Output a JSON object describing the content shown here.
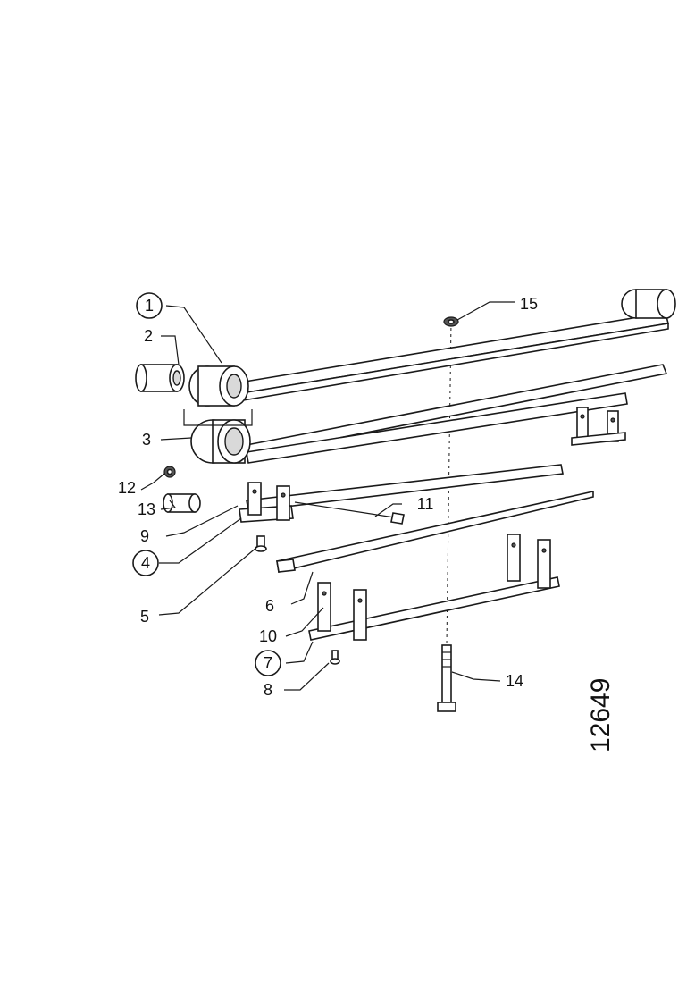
{
  "drawing_number": "12649",
  "callouts": [
    {
      "num": "1",
      "circled": true
    },
    {
      "num": "2",
      "circled": false
    },
    {
      "num": "3",
      "circled": false
    },
    {
      "num": "4",
      "circled": true
    },
    {
      "num": "5",
      "circled": false
    },
    {
      "num": "6",
      "circled": false
    },
    {
      "num": "7",
      "circled": true
    },
    {
      "num": "8",
      "circled": false
    },
    {
      "num": "9",
      "circled": false
    },
    {
      "num": "10",
      "circled": false
    },
    {
      "num": "11",
      "circled": false
    },
    {
      "num": "12",
      "circled": false
    },
    {
      "num": "13",
      "circled": false
    },
    {
      "num": "14",
      "circled": false
    },
    {
      "num": "15",
      "circled": false
    }
  ]
}
